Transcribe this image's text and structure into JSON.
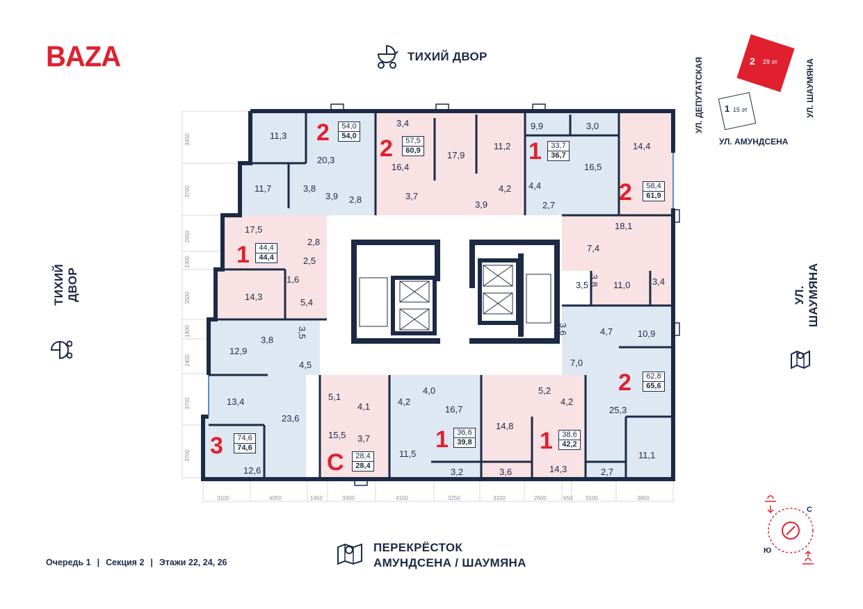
{
  "brand": {
    "logo": "BAZA"
  },
  "labels": {
    "top": "ТИХИЙ ДВОР",
    "left": "ТИХИЙ ДВОР",
    "right": "УЛ. ШАУМЯНА",
    "bottom_line1": "ПЕРЕКРЁСТОК",
    "bottom_line2": "АМУНДСЕНА / ШАУМЯНА"
  },
  "minimap": {
    "street_left": "УЛ. ДЕПУТАТСКАЯ",
    "street_right": "УЛ. ШАУМЯНА",
    "street_bottom": "УЛ. АМУНДСЕНА",
    "building_2_num": "2",
    "building_2_floors": "29 эт",
    "building_1_num": "1",
    "building_1_floors": "15 эт"
  },
  "footer": {
    "queue": "Очередь 1",
    "section": "Секция 2",
    "floors": "Этажи 22, 24, 26"
  },
  "compass": {
    "north": "С",
    "south": "Ю"
  },
  "apartments": [
    {
      "rooms": "2",
      "area_total": "54,0",
      "area_price": "54,0"
    },
    {
      "rooms": "2",
      "area_total": "57,5",
      "area_price": "60,9"
    },
    {
      "rooms": "1",
      "area_total": "33,7",
      "area_price": "36,7"
    },
    {
      "rooms": "2",
      "area_total": "58,4",
      "area_price": "61,9"
    },
    {
      "rooms": "1",
      "area_total": "44,4",
      "area_price": "44,4"
    },
    {
      "rooms": "2",
      "area_total": "62,8",
      "area_price": "65,6"
    },
    {
      "rooms": "3",
      "area_total": "74,6",
      "area_price": "74,6"
    },
    {
      "rooms": "С",
      "area_total": "28,4",
      "area_price": "28,4"
    },
    {
      "rooms": "1",
      "area_total": "36,6",
      "area_price": "39,8"
    },
    {
      "rooms": "1",
      "area_total": "38,6",
      "area_price": "42,2"
    }
  ],
  "room_areas": [
    "11,3",
    "20,3",
    "11,7",
    "3,8",
    "3,9",
    "2,8",
    "3,4",
    "16,4",
    "17,9",
    "11,2",
    "3,7",
    "4,2",
    "3,9",
    "9,9",
    "3,0",
    "16,5",
    "4,4",
    "2,7",
    "14,4",
    "18,1",
    "7,4",
    "3,8",
    "3,5",
    "11,0",
    "3,4",
    "17,5",
    "2,8",
    "2,5",
    "1,6",
    "5,4",
    "14,3",
    "3,8",
    "3,5",
    "12,9",
    "4,5",
    "13,4",
    "23,6",
    "12,6",
    "5,1",
    "4,1",
    "4,2",
    "4,0",
    "15,5",
    "3,7",
    "16,7",
    "11,5",
    "3,2",
    "5,2",
    "4,2",
    "14,8",
    "3,6",
    "14,3",
    "3,6",
    "4,7",
    "10,9",
    "7,0",
    "25,3",
    "11,1",
    "2,7"
  ],
  "dimensions": {
    "bottom": [
      "3100",
      "4050",
      "1450",
      "3300",
      "4150",
      "3250",
      "3100",
      "2600",
      "650",
      "3100",
      "3850"
    ],
    "left": [
      "3450",
      "3700",
      "2550",
      "1300",
      "3500",
      "1400",
      "2400",
      "3700",
      "3700"
    ]
  },
  "colors": {
    "accent": "#e0202e",
    "wall": "#1c2a44",
    "blue_flat": "#dde8f3",
    "pink_flat": "#f9e2e4",
    "corridor": "#ffffff"
  }
}
